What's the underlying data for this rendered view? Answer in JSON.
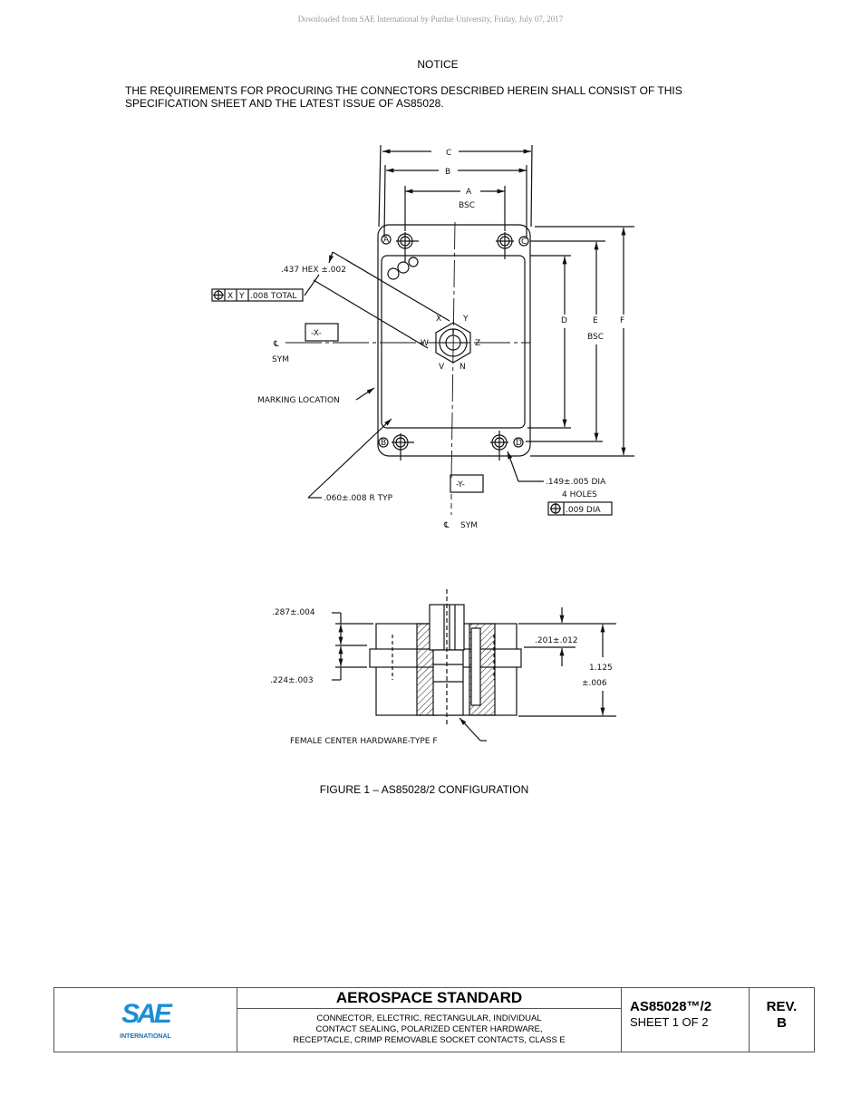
{
  "watermark": "Downloaded from SAE International by Purdue University, Friday, July 07, 2017",
  "notice": {
    "title": "NOTICE",
    "text": "THE REQUIREMENTS FOR PROCURING THE CONNECTORS DESCRIBED HEREIN SHALL CONSIST OF THIS SPECIFICATION SHEET AND THE LATEST ISSUE OF AS85028."
  },
  "figure": {
    "top_view": {
      "dim_c": "C",
      "dim_b": "B",
      "dim_a": "A",
      "bsc": "BSC",
      "dim_d": "D",
      "dim_e": "E",
      "dim_f": "F",
      "hex": ".437 HEX ±.002",
      "tol_x": "X",
      "tol_y": "Y",
      "tol_total": ".008 TOTAL",
      "datum_x": "-X-",
      "datum_y": "-Y-",
      "cl_sym": "SYM",
      "cl": "℄",
      "marking": "MARKING LOCATION",
      "radius": ".060±.008 R TYP",
      "holes_dia": ".149±.005 DIA",
      "holes_count": "4 HOLES",
      "holes_tol": ".009 DIA",
      "corners": [
        "A",
        "C",
        "B",
        "D"
      ],
      "hex_letters": [
        "X",
        "Y",
        "W",
        "Z",
        "V",
        "N"
      ]
    },
    "side_view": {
      "dim1": ".287±.004",
      "dim2": ".224±.003",
      "dim3": ".201±.012",
      "dim4a": "1.125",
      "dim4b": "±.006",
      "hardware": "FEMALE CENTER HARDWARE-TYPE F"
    },
    "caption": "FIGURE 1 – AS85028/2 CONFIGURATION"
  },
  "footer": {
    "logo": "SAE",
    "logo_sub": "INTERNATIONAL",
    "heading": "AEROSPACE STANDARD",
    "desc_lines": [
      "CONNECTOR, ELECTRIC, RECTANGULAR, INDIVIDUAL",
      "CONTACT SEALING, POLARIZED CENTER HARDWARE,",
      "RECEPTACLE, CRIMP REMOVABLE SOCKET CONTACTS, CLASS E"
    ],
    "doc_number": "AS85028™/2",
    "sheet": "SHEET 1 OF 2",
    "rev_label": "REV.",
    "rev": "B",
    "brand_color": "#1a8fd6"
  }
}
